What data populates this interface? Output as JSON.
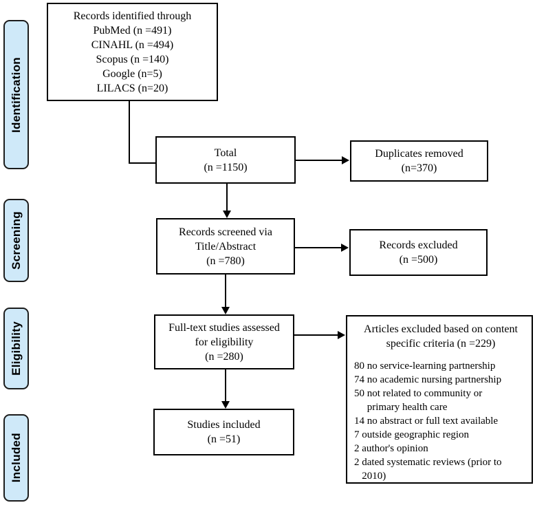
{
  "diagram": {
    "type": "prisma-flow",
    "stages": [
      {
        "label": "Identification"
      },
      {
        "label": "Screening"
      },
      {
        "label": "Eligibility"
      },
      {
        "label": "Included"
      }
    ],
    "boxes": {
      "records_identified": {
        "lines": [
          "Records identified through",
          "PubMed (n =491)",
          "CINAHL (n =494)",
          "Scopus (n =140)",
          "Google (n=5)",
          "LILACS (n=20)"
        ]
      },
      "total": {
        "lines": [
          "Total",
          "(n =1150)"
        ]
      },
      "duplicates_removed": {
        "lines": [
          "Duplicates removed",
          "(n=370)"
        ]
      },
      "records_screened": {
        "lines": [
          "Records screened via",
          "Title/Abstract",
          "(n =780)"
        ]
      },
      "records_excluded": {
        "lines": [
          "Records excluded",
          "(n =500)"
        ]
      },
      "fulltext_assessed": {
        "lines": [
          "Full-text studies assessed",
          "for eligibility",
          "(n =280)"
        ]
      },
      "articles_excluded": {
        "title_lines": [
          "Articles excluded based on content",
          "specific criteria (n =229)"
        ],
        "reasons": [
          "80 no service-learning partnership",
          "74 no academic nursing partnership",
          "50 not related to community or",
          "     primary health care",
          "14 no abstract or full text available",
          "7 outside geographic region",
          "2 author's opinion",
          "2 dated systematic reviews (prior to",
          "   2010)"
        ]
      },
      "studies_included": {
        "lines": [
          "Studies included",
          "(n =51)"
        ]
      }
    },
    "colors": {
      "stage_fill": "#cfe9f9",
      "stage_border": "#1c1c1c",
      "box_border": "#000000",
      "text": "#000000",
      "background": "#ffffff"
    }
  }
}
